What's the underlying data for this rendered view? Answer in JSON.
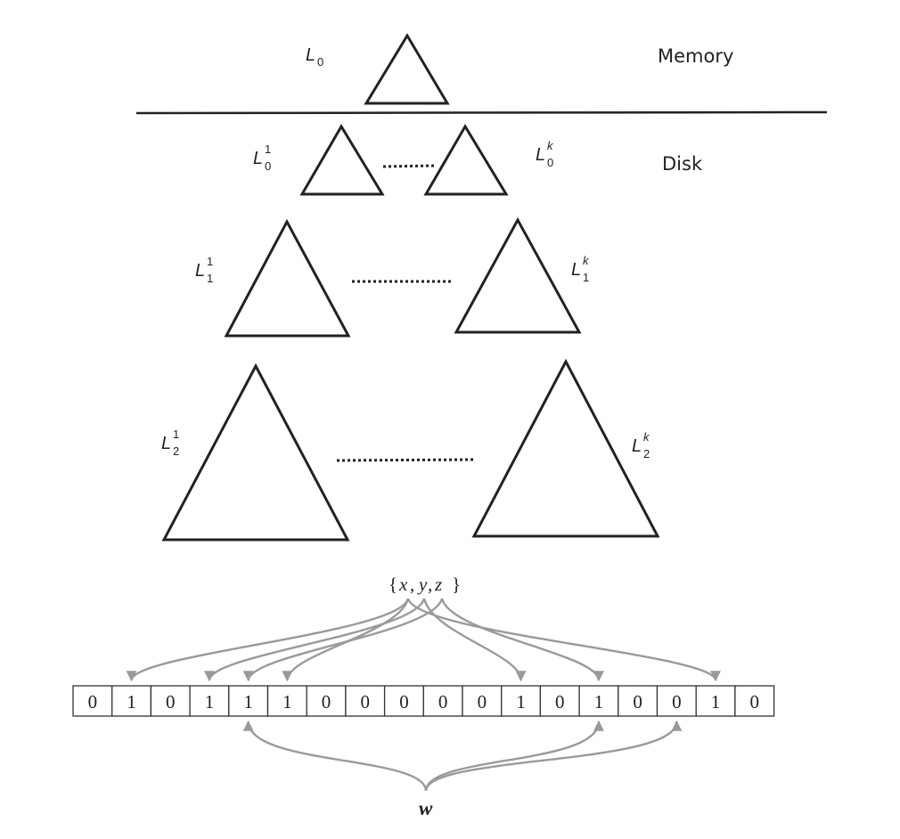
{
  "memory_label": "Memory",
  "disk_label": "Disk",
  "top_node": {
    "base": "L",
    "sub": "0",
    "sup": ""
  },
  "levels": [
    {
      "left": {
        "base": "L",
        "sub": "0",
        "sup": "1"
      },
      "right": {
        "base": "L",
        "sub": "0",
        "sup": "k"
      }
    },
    {
      "left": {
        "base": "L",
        "sub": "1",
        "sup": "1"
      },
      "right": {
        "base": "L",
        "sub": "1",
        "sup": "k"
      }
    },
    {
      "left": {
        "base": "L",
        "sub": "2",
        "sup": "1"
      },
      "right": {
        "base": "L",
        "sub": "2",
        "sup": "k"
      }
    }
  ],
  "bloom": {
    "bits": [
      "0",
      "1",
      "0",
      "1",
      "1",
      "1",
      "0",
      "0",
      "0",
      "0",
      "0",
      "1",
      "0",
      "1",
      "0",
      "0",
      "1",
      "0"
    ],
    "set_open": "{",
    "set_items": [
      "x",
      "y",
      "z"
    ],
    "set_close": "}",
    "set_targets": [
      1,
      3,
      4,
      5,
      11,
      13,
      16
    ],
    "query": "w",
    "query_targets": [
      4,
      13,
      15
    ]
  },
  "colors": {
    "ink": "#222222",
    "arrow": "#9a9a9a"
  }
}
